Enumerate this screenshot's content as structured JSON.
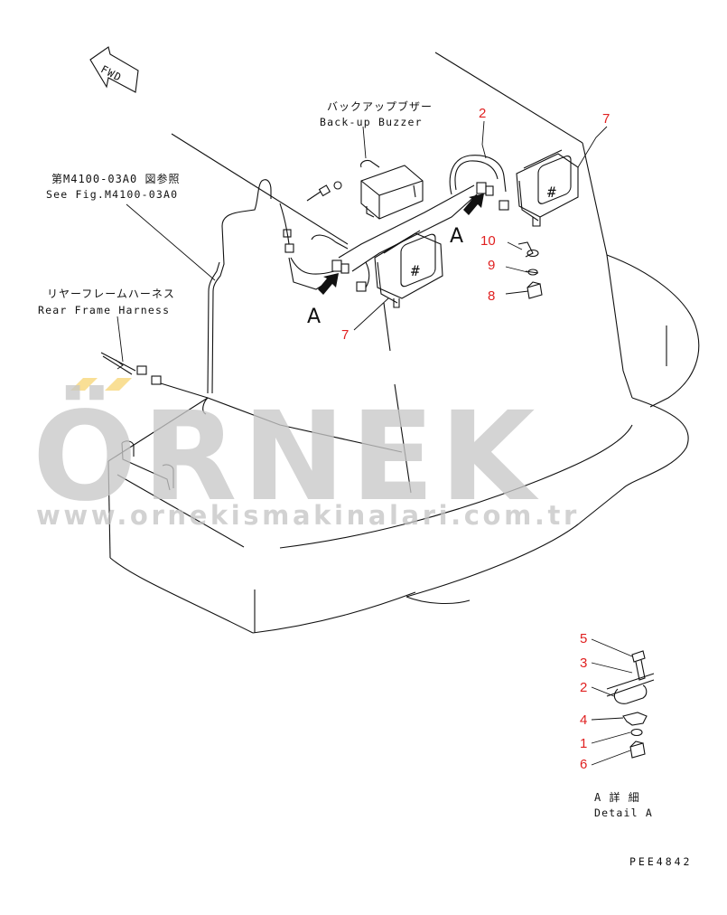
{
  "labels": {
    "buzzer_jp": "バックアップブザー",
    "buzzer_en": "Back-up Buzzer",
    "fig_ref_jp": "第M4100-03A0 図参照",
    "fig_ref_en": "See Fig.M4100-03A0",
    "harness_jp": "リヤーフレームハーネス",
    "harness_en": "Rear Frame Harness",
    "fwd": "FWD",
    "view_a_1": "A",
    "view_a_2": "A",
    "detail_jp": "A 詳 細",
    "detail_en": "Detail A",
    "drawing_code": "PEE4842"
  },
  "part_numbers": {
    "main": [
      "2",
      "7",
      "7",
      "10",
      "9",
      "8"
    ],
    "detail": [
      "5",
      "3",
      "2",
      "4",
      "1",
      "6"
    ]
  },
  "watermark": {
    "brand": "ÖRNEK",
    "url": "www.ornekismakinalari.com.tr",
    "accent_color": "#f7d77a",
    "text_color": "#c8c8c8"
  },
  "colors": {
    "line": "#111111",
    "callout_number": "#e02020"
  }
}
